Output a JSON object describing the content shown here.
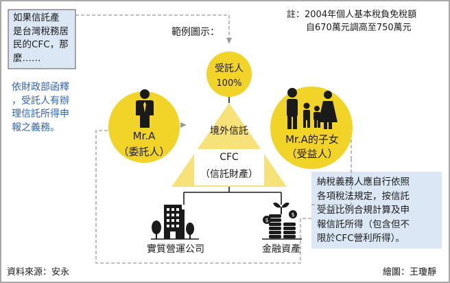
{
  "note": {
    "line1": "註：2004年個人基本稅負免稅額",
    "line2": "自670萬元調高至750萬元"
  },
  "legend_label": "範例圖示：",
  "question_box": {
    "lines": [
      "如果信託產",
      "是台灣稅務居",
      "民的CFC，那",
      "麼……"
    ]
  },
  "ruling_text": {
    "lines": [
      "依財政部函釋",
      "，受託人有辦",
      "理信託所得申",
      "報之義務。"
    ]
  },
  "trustee": {
    "name": "受託人",
    "share": "100%"
  },
  "settlor": {
    "name": "Mr.A",
    "role": "（委託人）"
  },
  "beneficiary": {
    "name": "Mr.A的子女",
    "role": "（受益人）"
  },
  "offshore_trust_label": "境外信託",
  "cfc_box": {
    "name": "CFC",
    "role": "（信託財產）"
  },
  "subsidiaries": [
    {
      "label": "實質營運公司",
      "icon": "office-building-icon"
    },
    {
      "label": "金融資產",
      "icon": "coin-stack-sprout-icon"
    }
  ],
  "taxpayer_box": {
    "lines": [
      "納稅義務人應自行依照",
      "各項稅法規定，按信託",
      "受益比例合規計算及申",
      "報信託所得（包含但不",
      "限於CFC營利所得）。"
    ]
  },
  "source": "資料來源：安永",
  "credit": "繪圖：王瓊靜",
  "colors": {
    "circle_yellow": "#f2d327",
    "triangle_yellow": "#f7e27a",
    "panel_blue": "#dbe7f5",
    "ruling_blue": "#3063b8",
    "dashed_gray": "#9a9a9a",
    "dark": "#1a1a1a"
  }
}
